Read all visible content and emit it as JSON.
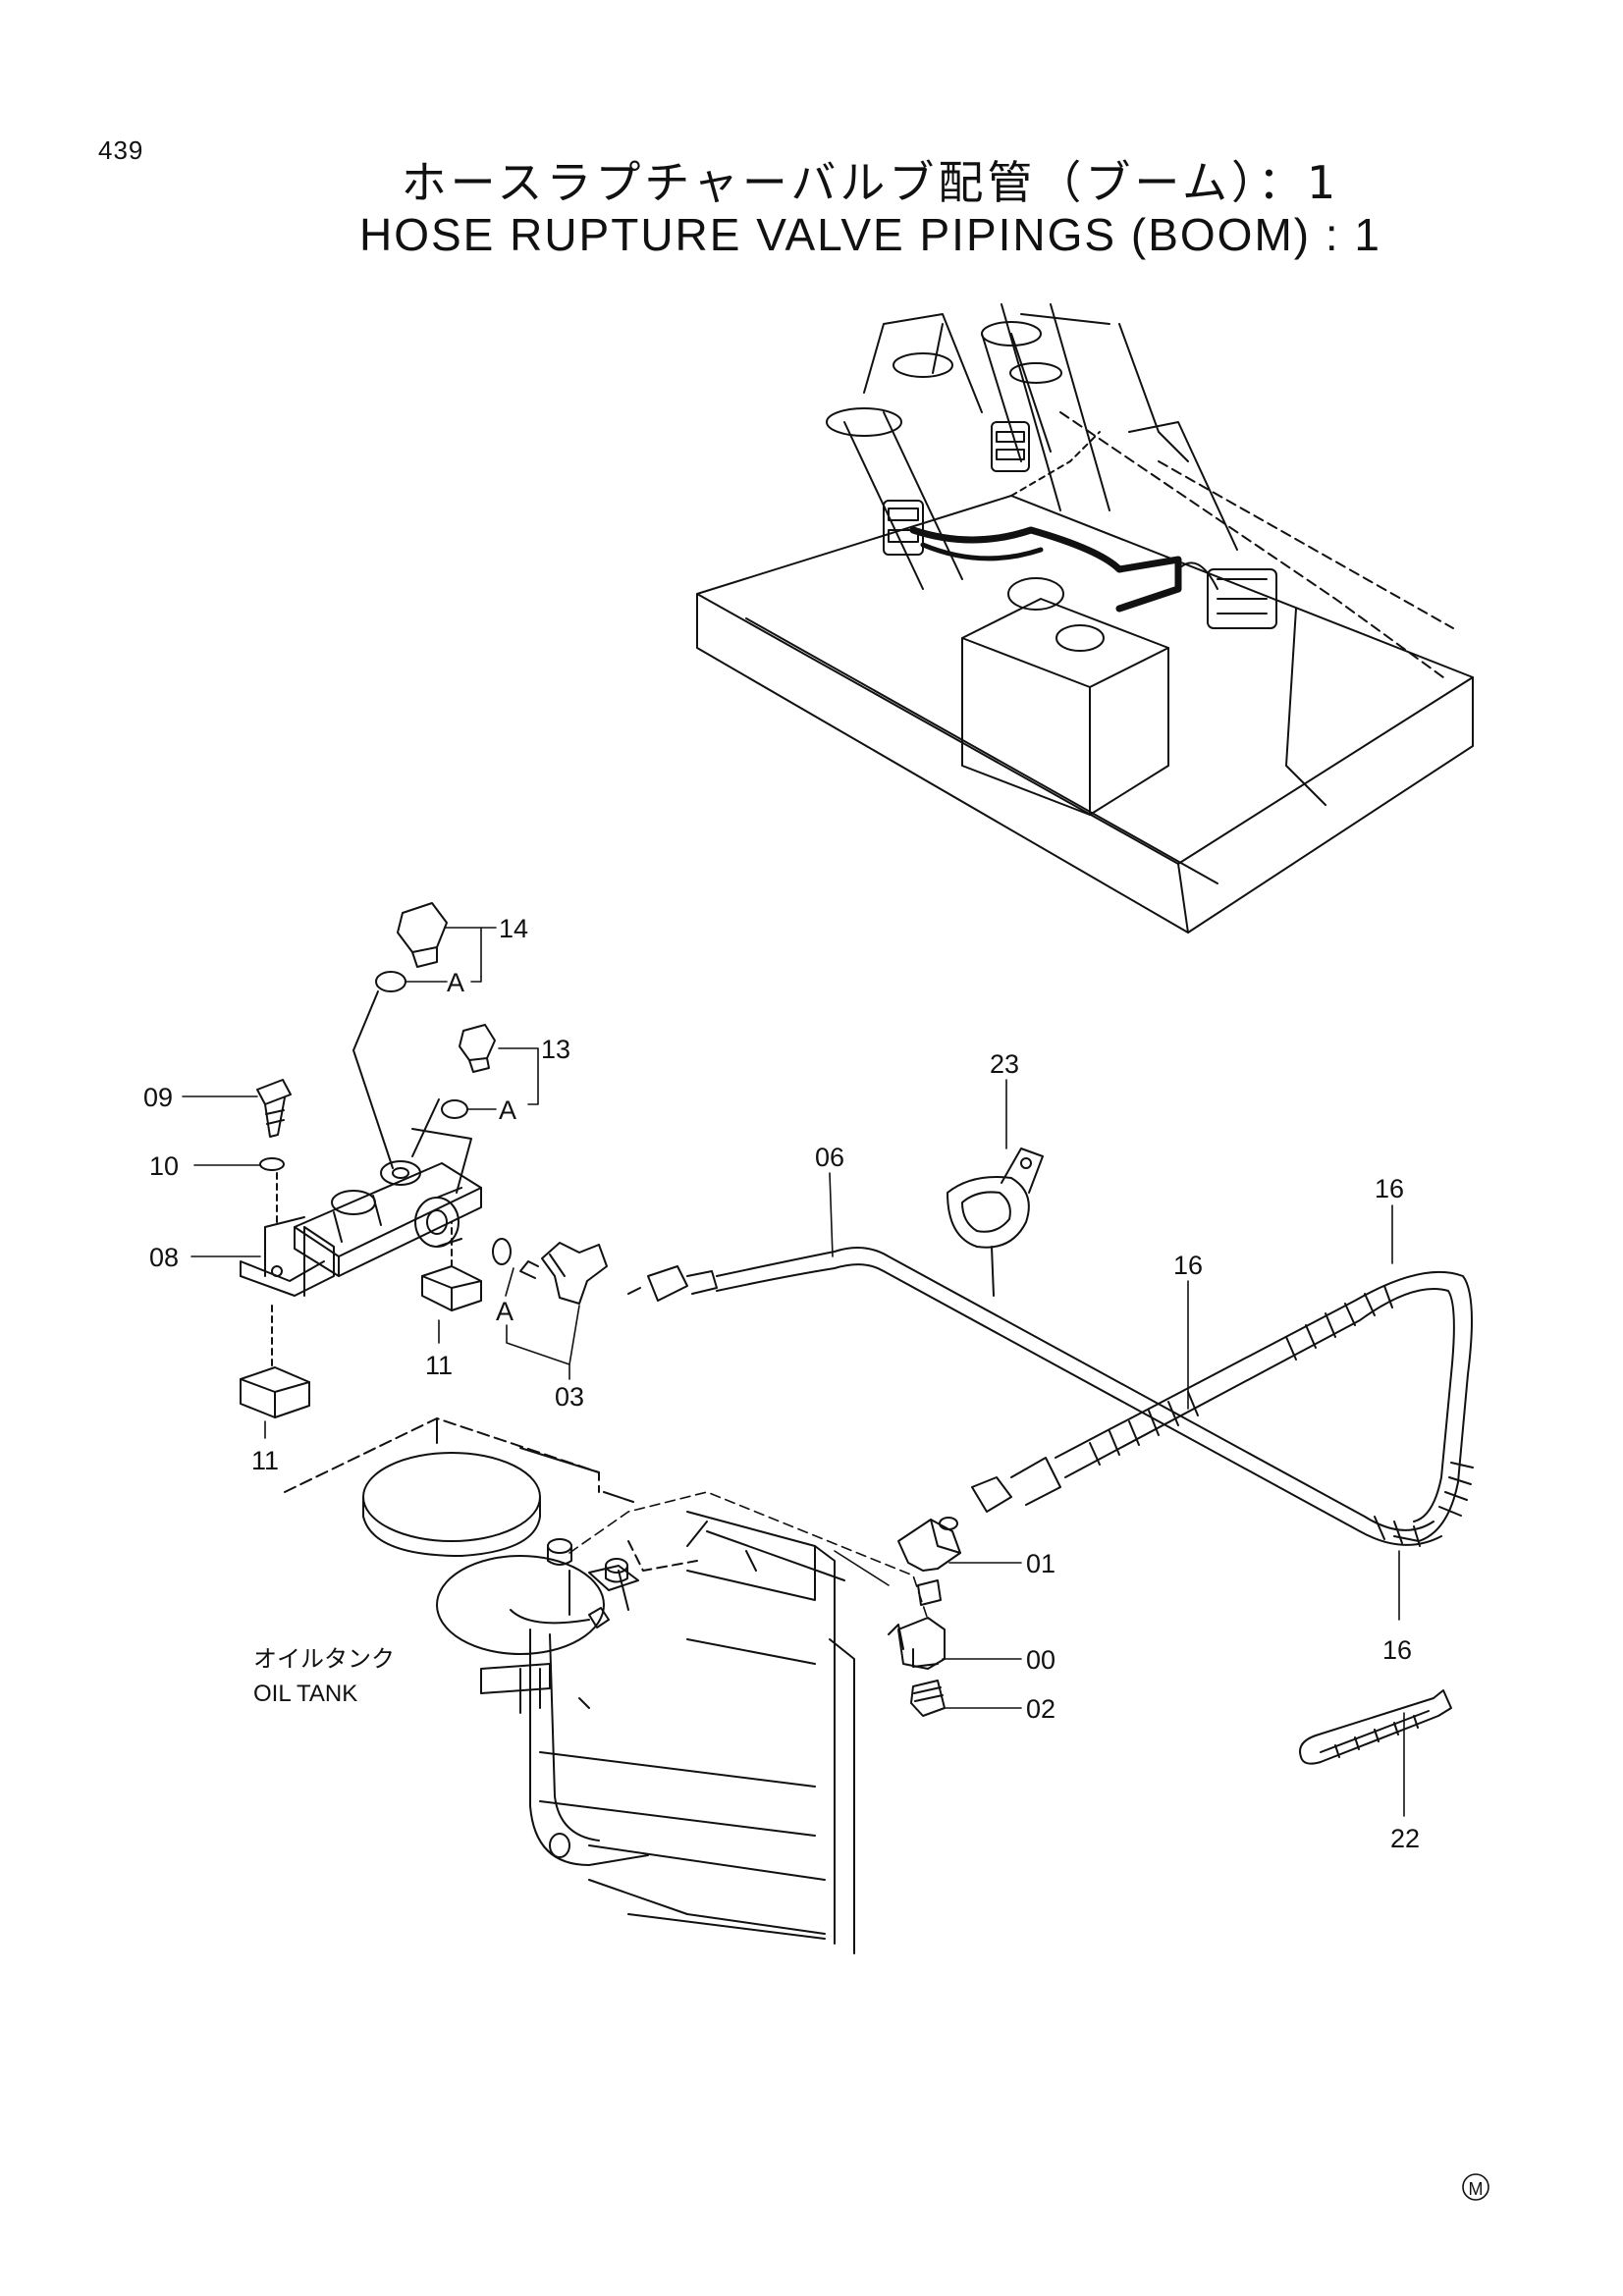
{
  "page": {
    "number": "439",
    "title_jp": "ホースラプチャーバルブ配管（ブーム）：1",
    "title_en": "HOSE RUPTURE VALVE PIPINGS (BOOM) : 1",
    "mark": "M"
  },
  "callouts": [
    {
      "id": "c-14",
      "text": "14"
    },
    {
      "id": "c-a1",
      "text": "A"
    },
    {
      "id": "c-13",
      "text": "13"
    },
    {
      "id": "c-a2",
      "text": "A"
    },
    {
      "id": "c-09",
      "text": "09"
    },
    {
      "id": "c-10",
      "text": "10"
    },
    {
      "id": "c-08",
      "text": "08"
    },
    {
      "id": "c-11a",
      "text": "11"
    },
    {
      "id": "c-11b",
      "text": "11"
    },
    {
      "id": "c-a3",
      "text": "A"
    },
    {
      "id": "c-03",
      "text": "03"
    },
    {
      "id": "c-06",
      "text": "06"
    },
    {
      "id": "c-23",
      "text": "23"
    },
    {
      "id": "c-16a",
      "text": "16"
    },
    {
      "id": "c-16b",
      "text": "16"
    },
    {
      "id": "c-16c",
      "text": "16"
    },
    {
      "id": "c-01",
      "text": "01"
    },
    {
      "id": "c-00",
      "text": "00"
    },
    {
      "id": "c-02",
      "text": "02"
    },
    {
      "id": "c-22",
      "text": "22"
    }
  ],
  "oil_tank_label": {
    "jp": "オイルタンク",
    "en": "OIL TANK"
  }
}
